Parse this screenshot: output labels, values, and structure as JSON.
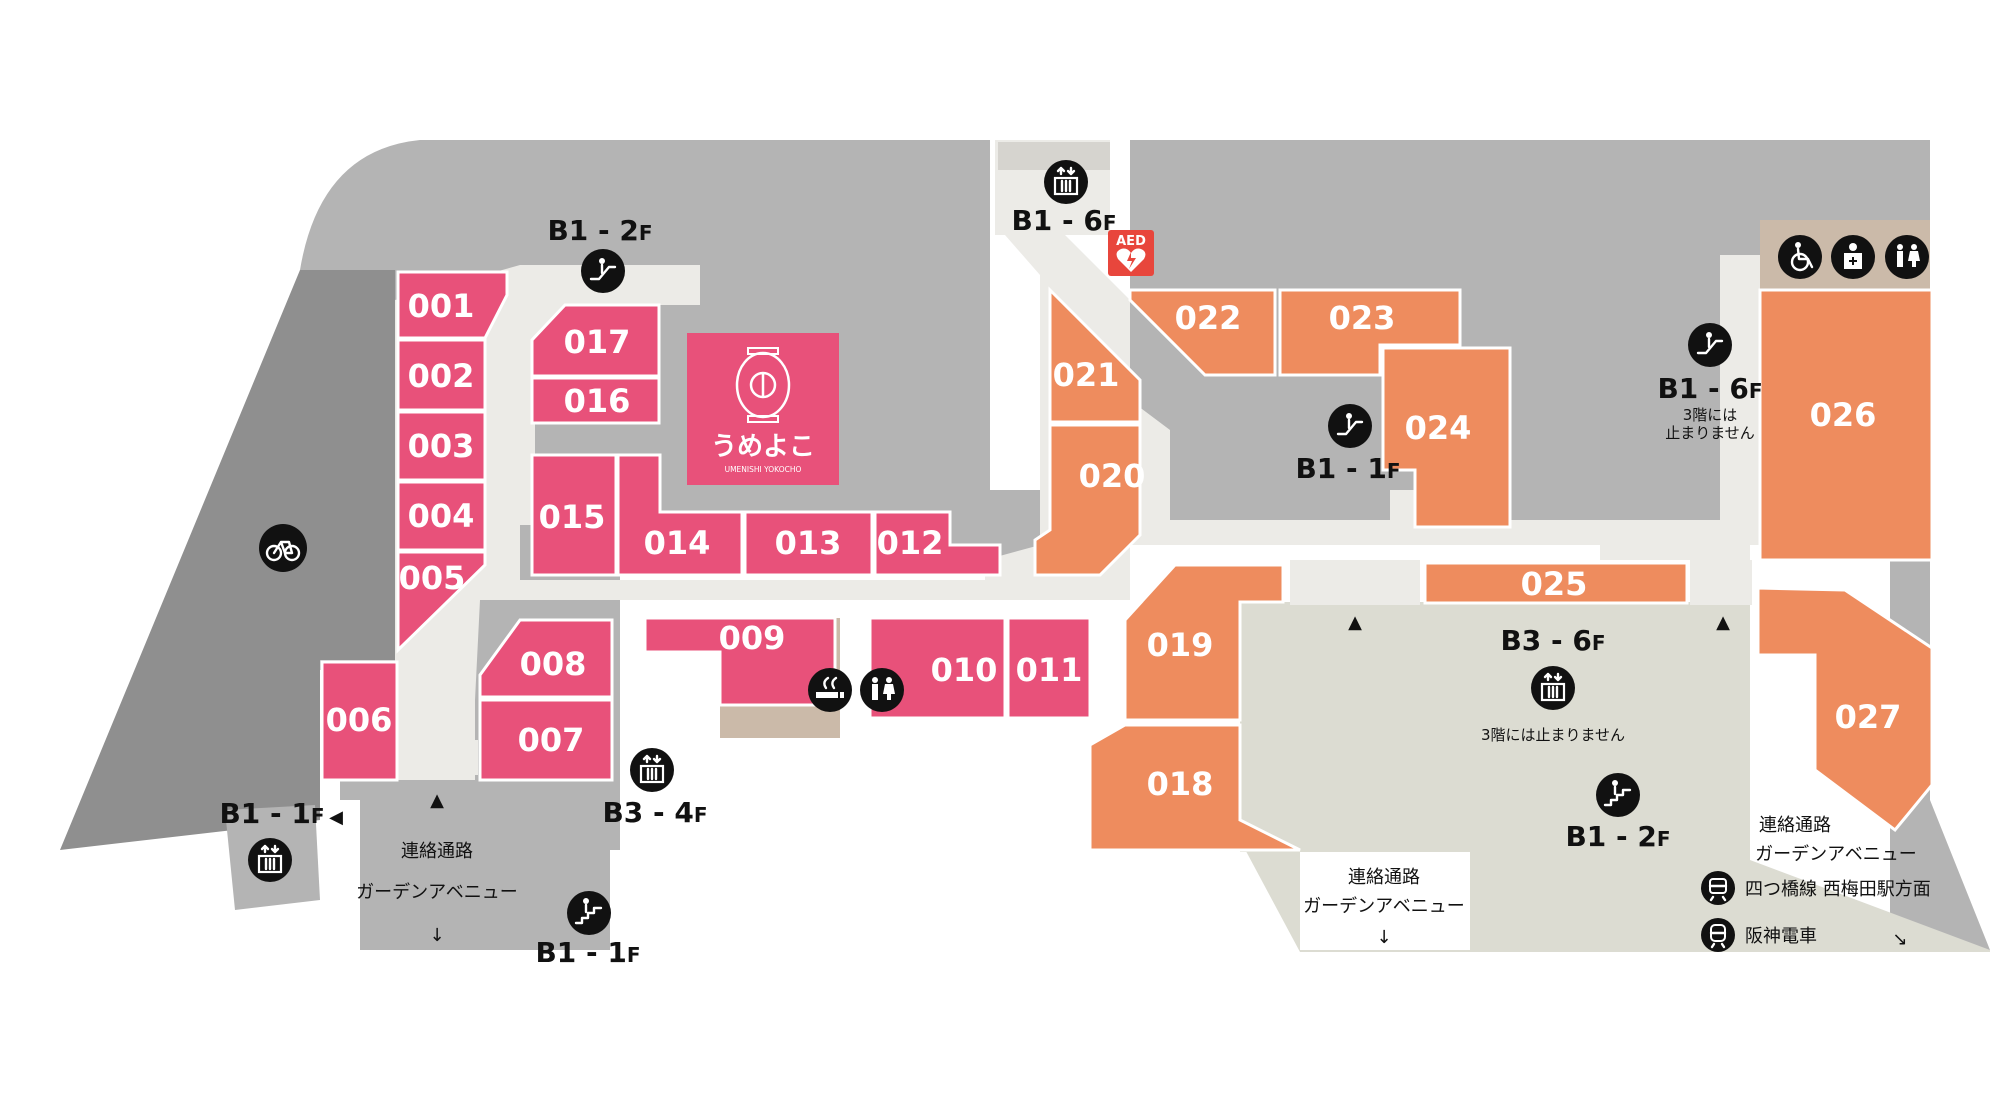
{
  "colors": {
    "shop_pink": "#e8517a",
    "shop_orange": "#ee8c5e",
    "corridor": "#ecebe7",
    "building": "#b4b4b4",
    "outer_zone": "#8f8f8f",
    "plaza": "#dcdcd2",
    "facility": "#cbbaa9",
    "aed_red": "#e8463c"
  },
  "shops_pink": [
    "001",
    "002",
    "003",
    "004",
    "005",
    "006",
    "007",
    "008",
    "009",
    "010",
    "011",
    "012",
    "013",
    "014",
    "015",
    "016",
    "017"
  ],
  "shops_orange": [
    "018",
    "019",
    "020",
    "021",
    "022",
    "023",
    "024",
    "025",
    "026",
    "027"
  ],
  "logo": {
    "name": "うめよこ",
    "subtitle": "UMENISHI YOKOCHO",
    "icon": "lantern-icon"
  },
  "floor_labels": {
    "b1_2f_top": {
      "main": "B1 - 2",
      "suffix": "F"
    },
    "b1_6f_top": {
      "main": "B1 - 6",
      "suffix": "F"
    },
    "b1_1f_center": {
      "main": "B1 - 1",
      "suffix": "F"
    },
    "b1_6f_right": {
      "main": "B1 - 6",
      "suffix": "F"
    },
    "b3_6f": {
      "main": "B3 - 6",
      "suffix": "F"
    },
    "b3_4f": {
      "main": "B3 - 4",
      "suffix": "F"
    },
    "b1_1f_left": {
      "main": "B1 - 1",
      "suffix": "F"
    },
    "b1_1f_bottom": {
      "main": "B1 - 1",
      "suffix": "F"
    },
    "b1_2f_bottom": {
      "main": "B1 - 2",
      "suffix": "F"
    }
  },
  "notes": {
    "right_elevator_line1": "3階には",
    "right_elevator_line2": "止まりません",
    "b3_6f_note": "3階には止まりません"
  },
  "passages": {
    "left_line1": "連絡通路",
    "left_line2": "ガーデンアベニュー",
    "center_line1": "連絡通路",
    "center_line2": "ガーデンアベニュー",
    "right_line1": "連絡通路",
    "right_line2": "ガーデンアベニュー"
  },
  "transit": {
    "subway": {
      "label": "四つ橋線 西梅田駅方面",
      "icon": "subway-icon"
    },
    "hanshin": {
      "label": "阪神電車",
      "icon": "train-icon"
    }
  },
  "arrows": {
    "down": "↓",
    "down_right": "↘",
    "left_triangle": "◀",
    "up_triangle": "▲"
  },
  "aed": {
    "label": "AED",
    "icon": "aed-heart-icon"
  },
  "icons": [
    "bicycle-parking-icon",
    "escalator-icon",
    "elevator-icon",
    "stairs-icon",
    "smoking-area-icon",
    "restroom-icon",
    "accessible-restroom-icon",
    "nursing-room-icon"
  ]
}
